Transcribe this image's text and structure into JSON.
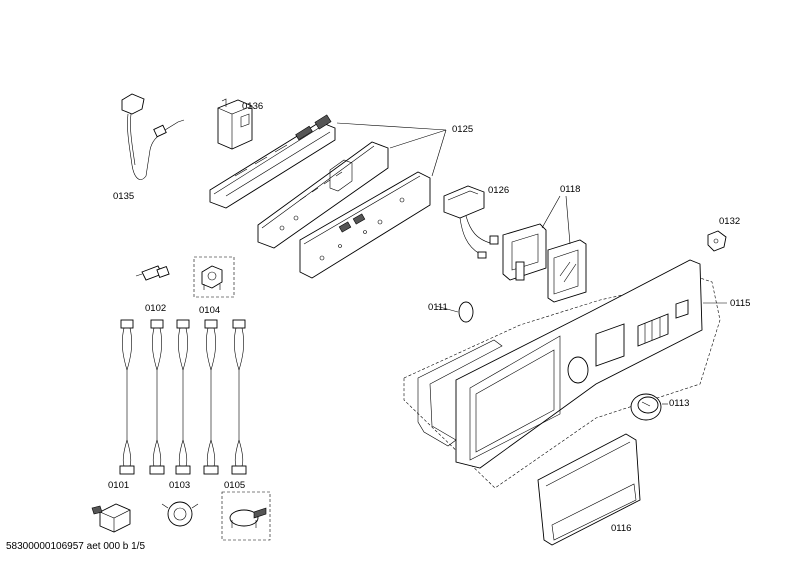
{
  "labels": {
    "p0101": "0101",
    "p0102": "0102",
    "p0103": "0103",
    "p0104": "0104",
    "p0105": "0105",
    "p0111": "0111",
    "p0113": "0113",
    "p0115": "0115",
    "p0116": "0116",
    "p0118": "0118",
    "p0125": "0125",
    "p0126": "0126",
    "p0132": "0132",
    "p0135": "0135",
    "p0136": "0136"
  },
  "footer": "58300000106957 aet 000 b 1/5"
}
